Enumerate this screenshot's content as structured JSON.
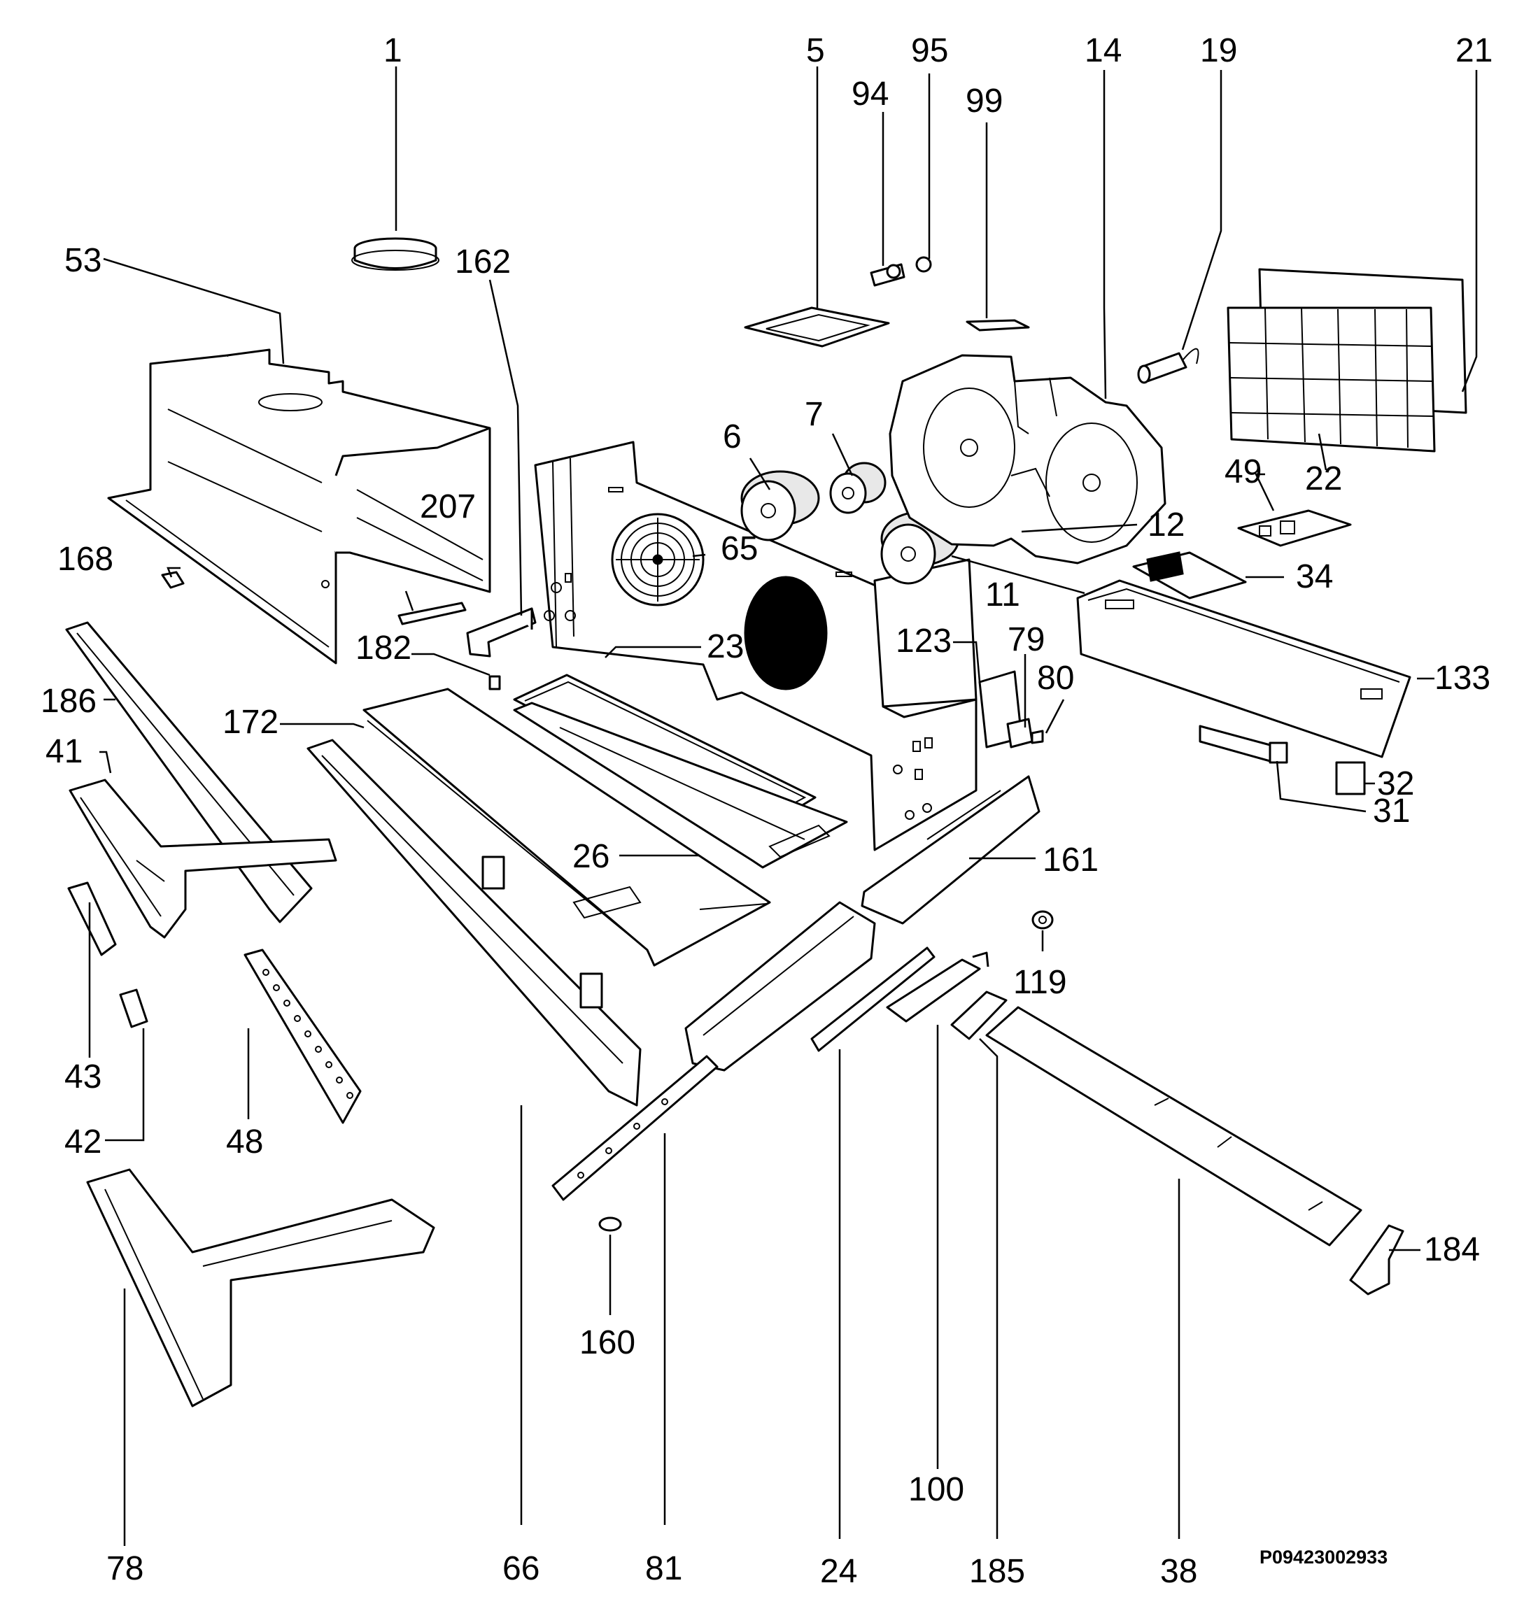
{
  "diagram": {
    "drawing_code": "P09423002933",
    "part_numbers": [
      "1",
      "5",
      "94",
      "95",
      "99",
      "14",
      "19",
      "21",
      "53",
      "162",
      "6",
      "7",
      "22",
      "207",
      "168",
      "65",
      "49",
      "12",
      "34",
      "11",
      "23",
      "182",
      "123",
      "79",
      "186",
      "172",
      "80",
      "133",
      "41",
      "32",
      "31",
      "26",
      "161",
      "43",
      "119",
      "42",
      "48",
      "100",
      "78",
      "66",
      "81",
      "24",
      "185",
      "38",
      "184",
      "160"
    ]
  }
}
